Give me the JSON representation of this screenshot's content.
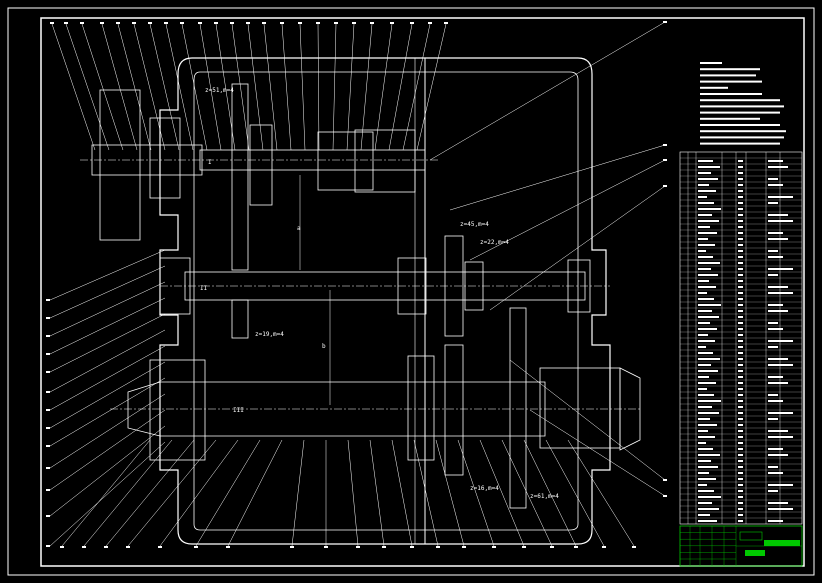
{
  "drawing": {
    "gear_labels": [
      "z=51,m=4",
      "z=45,m=4",
      "z=22,m=4",
      "z=19,m=4",
      "z=16,m=4",
      "z=61,m=4"
    ],
    "shaft_labels": [
      "I",
      "II",
      "III"
    ],
    "center_labels": [
      "a",
      "b"
    ]
  },
  "colors": {
    "background": "#000000",
    "lines": "#ffffff",
    "title_block": "#00c800"
  }
}
